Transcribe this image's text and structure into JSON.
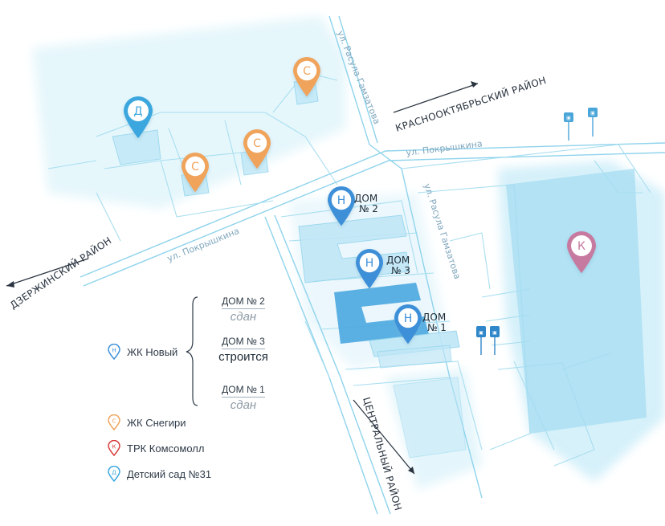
{
  "streets": {
    "pokryshkina_top": "ул. Покрышкина",
    "pokryshkina_bottom": "ул. Покрышкина",
    "gamzatova_top": "ул. Расула Гамзатова",
    "gamzatova_mid": "ул. Расула Гамзатова"
  },
  "districts": {
    "krasnooktyabrsky": "КРАСНООКТЯБРЬСКИЙ РАЙОН",
    "dzerzhinsky": "ДЗЕРЖИНСКИЙ РАЙОН",
    "centralny": "ЦЕНТРАЛЬНЫЙ РАЙОН"
  },
  "pins": {
    "snegiri_1": "С",
    "snegiri_2": "С",
    "snegiri_3": "С",
    "kindergarten": "Д",
    "novy_2": "Н",
    "novy_3": "Н",
    "novy_1": "Н",
    "mall": "К"
  },
  "house_labels": {
    "house2_line1": "ДОМ",
    "house2_line2": "№ 2",
    "house3_line1": "ДОМ",
    "house3_line2": "№ 3",
    "house1_line1": "ДОМ",
    "house1_line2": "№ 1"
  },
  "status": [
    {
      "house": "ДОМ № 2",
      "state": "сдан",
      "active": false
    },
    {
      "house": "ДОМ № 3",
      "state": "строится",
      "active": true
    },
    {
      "house": "ДОМ № 1",
      "state": "сдан",
      "active": false
    }
  ],
  "legend": [
    {
      "letter": "Н",
      "label": "ЖК Новый",
      "color": "#3d8fd8"
    },
    {
      "letter": "С",
      "label": "ЖК Снегири",
      "color": "#f0a35a"
    },
    {
      "letter": "К",
      "label": "ТРК Комсомолл",
      "color": "#d83a3a"
    },
    {
      "letter": "Д",
      "label": "Детский сад №31",
      "color": "#3aa7de"
    }
  ],
  "colors": {
    "novy": "#3d8fd8",
    "snegiri": "#f0a35a",
    "mall": "#c77aa0",
    "kindergarten": "#3aa7de",
    "road": "#8fd3ec"
  },
  "icons": {
    "bus_stop": "bus-stop-icon",
    "map_pin": "map-pin-icon"
  }
}
